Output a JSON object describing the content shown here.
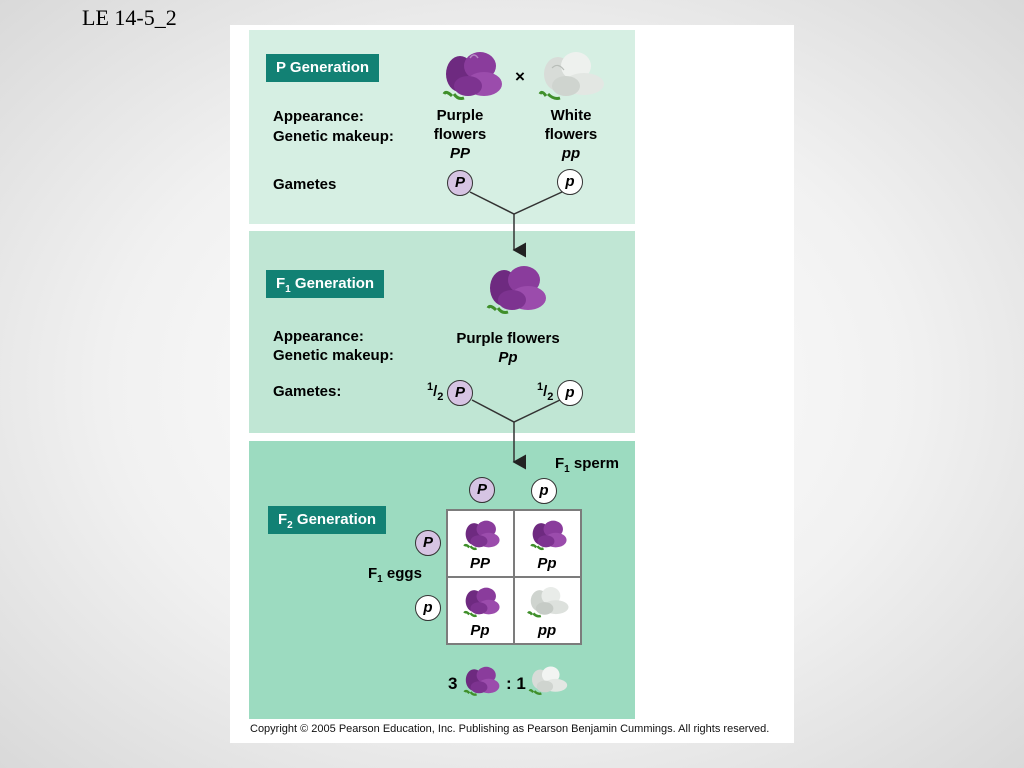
{
  "slide_title": "LE 14-5_2",
  "p_generation": {
    "label": "P Generation",
    "appearance_label": "Appearance:",
    "genetic_label": "Genetic makeup:",
    "gametes_label": "Gametes",
    "cross_symbol": "×",
    "parent1": {
      "appearance_line1": "Purple",
      "appearance_line2": "flowers",
      "genotype": "PP",
      "gamete": "P"
    },
    "parent2": {
      "appearance_line1": "White",
      "appearance_line2": "flowers",
      "genotype": "pp",
      "gamete": "p"
    }
  },
  "f1_generation": {
    "label_main": "F",
    "label_sub": "1",
    "label_rest": " Generation",
    "appearance_label": "Appearance:",
    "genetic_label": "Genetic makeup:",
    "gametes_label": "Gametes:",
    "appearance": "Purple flowers",
    "genotype": "Pp",
    "gamete_fraction": "1",
    "gamete_fraction_den": "2",
    "gamete_left": "P",
    "gamete_right": "p"
  },
  "f2_generation": {
    "label_main": "F",
    "label_sub": "2",
    "label_rest": " Generation",
    "sperm_label_main": "F",
    "sperm_label_sub": "1",
    "sperm_label_rest": " sperm",
    "eggs_label_main": "F",
    "eggs_label_sub": "1",
    "eggs_label_rest": " eggs",
    "sperm": [
      "P",
      "p"
    ],
    "eggs": [
      "P",
      "p"
    ],
    "cells": [
      {
        "genotype": "PP",
        "color": "purple"
      },
      {
        "genotype": "Pp",
        "color": "purple"
      },
      {
        "genotype": "Pp",
        "color": "purple"
      },
      {
        "genotype": "pp",
        "color": "white"
      }
    ],
    "ratio_purple": "3",
    "ratio_separator": ": 1"
  },
  "copyright": "Copyright © 2005 Pearson Education, Inc. Publishing as Pearson Benjamin Cummings. All rights reserved.",
  "colors": {
    "purple_flower": "#8a3c9c",
    "white_flower": "#e8ece8",
    "label_bg": "#128174",
    "panel1": "#d6efe3",
    "panel2": "#c0e6d4",
    "panel3": "#9cdbc0"
  },
  "icons": [
    "purple-flower-icon",
    "white-flower-icon"
  ]
}
